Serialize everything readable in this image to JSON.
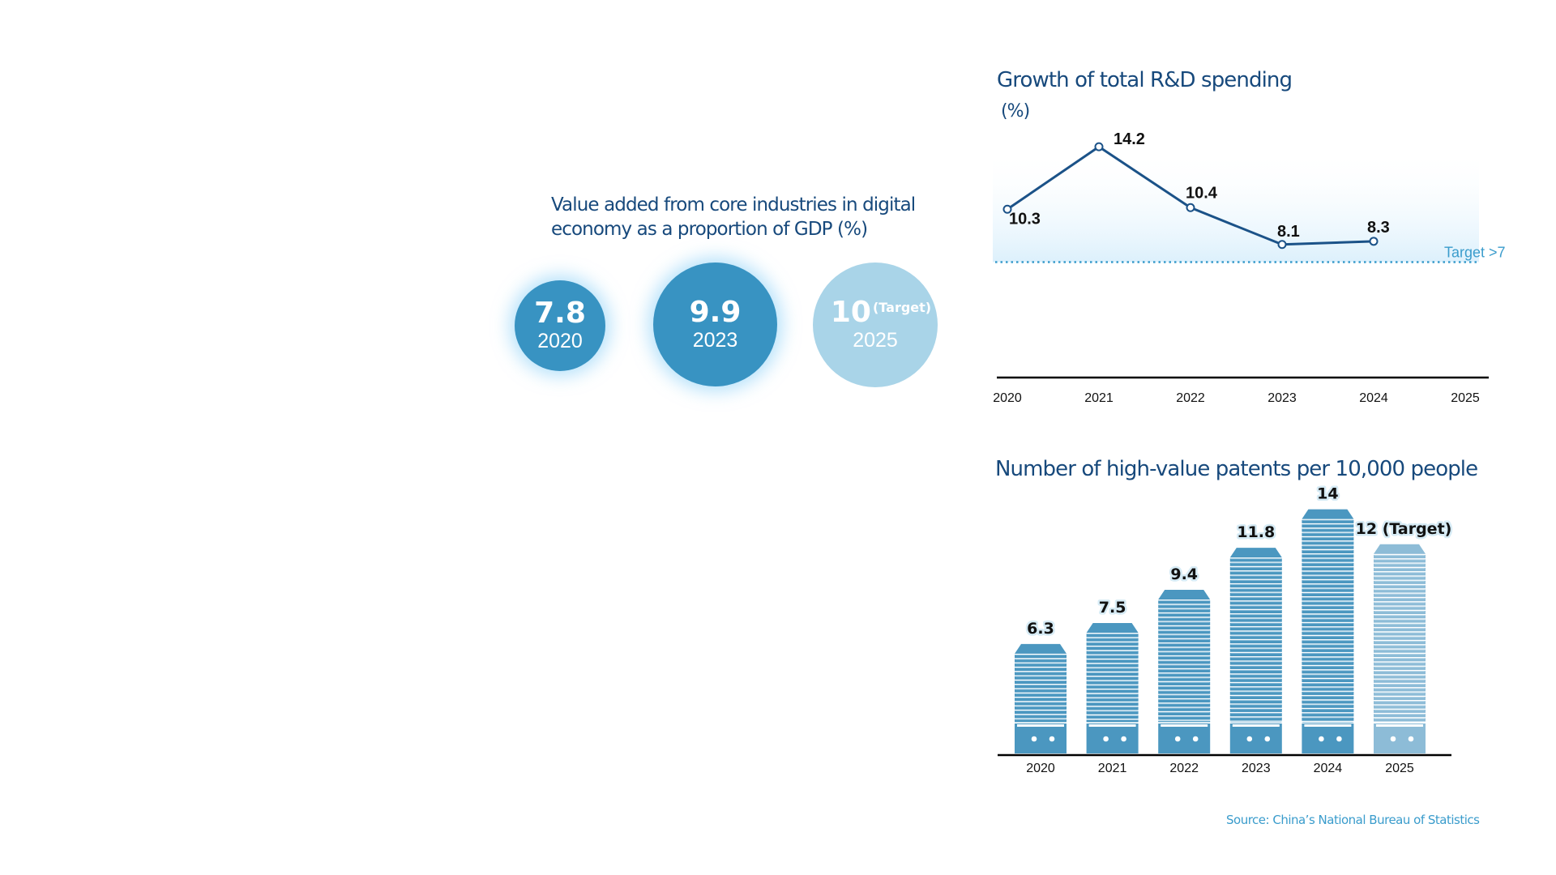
{
  "gdp_share": {
    "title_line1": "Value added from core industries in digital",
    "title_line2": "economy as a proportion of GDP (%)",
    "items": [
      {
        "value": "7.8",
        "year": "2020",
        "note": "",
        "style": "actual"
      },
      {
        "value": "9.9",
        "year": "2023",
        "note": "",
        "style": "actual"
      },
      {
        "value": "10",
        "year": "2025",
        "note": "(Target)",
        "style": "target"
      }
    ],
    "colors": {
      "actual": "#3893c2",
      "target": "#a9d4e8"
    }
  },
  "chart_data": [
    {
      "type": "line",
      "title": "Growth of total R&D spending",
      "ylabel": "(%)",
      "xlabel": "",
      "categories": [
        "2020",
        "2021",
        "2022",
        "2023",
        "2024",
        "2025"
      ],
      "series": [
        {
          "name": "Growth of total R&D spending",
          "values": [
            10.3,
            14.2,
            10.4,
            8.1,
            8.3,
            null
          ],
          "labels": [
            "10.3",
            "14.2",
            "10.4",
            "8.1",
            "8.3"
          ]
        }
      ],
      "reference_line": {
        "value": 7,
        "label": "Target >7",
        "style": "dotted"
      },
      "ylim": [
        0,
        14.5
      ],
      "grid": false,
      "legend": "none",
      "colors": {
        "line": "#1b5288",
        "target": "#3a9ccc"
      }
    },
    {
      "type": "bar",
      "title": "Number of high-value patents per 10,000 people",
      "xlabel": "",
      "ylabel": "",
      "categories": [
        "2020",
        "2021",
        "2022",
        "2023",
        "2024",
        "2025"
      ],
      "values": [
        6.3,
        7.5,
        9.4,
        11.8,
        14,
        12
      ],
      "data_labels": [
        "6.3",
        "7.5",
        "9.4",
        "11.8",
        "14",
        "12 (Target)"
      ],
      "target_index": 5,
      "ylim": [
        0,
        14.5
      ],
      "grid": false,
      "legend": "none",
      "colors": {
        "actual": "#4b97c0",
        "target": "#8dbcd7"
      }
    }
  ],
  "source": "Source: China’s National Bureau of Statistics"
}
